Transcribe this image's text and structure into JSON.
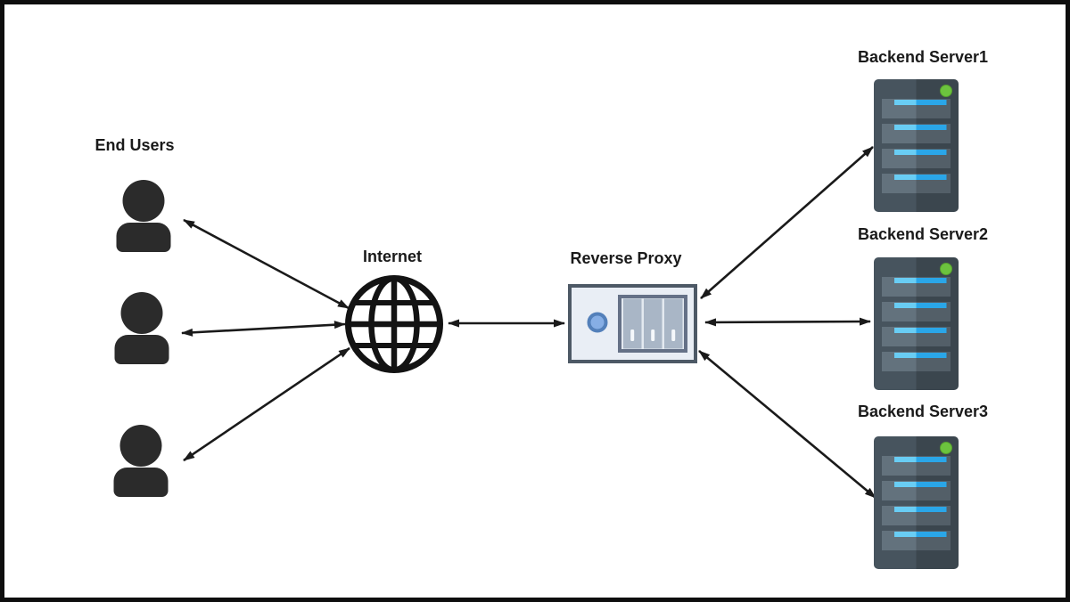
{
  "diagram": {
    "type": "architecture-diagram",
    "topic": "Reverse proxy load balancing"
  },
  "labels": {
    "end_users": "End Users",
    "internet": "Internet",
    "reverse_proxy": "Reverse Proxy"
  },
  "servers": [
    {
      "label": "Backend Server1",
      "status_led": "green"
    },
    {
      "label": "Backend Server2",
      "status_led": "green"
    },
    {
      "label": "Backend Server3",
      "status_led": "green"
    }
  ],
  "users": [
    {
      "name": "end-user-1"
    },
    {
      "name": "end-user-2"
    },
    {
      "name": "end-user-3"
    }
  ],
  "connections": [
    {
      "from": "end-user-1",
      "to": "internet",
      "bidirectional": true
    },
    {
      "from": "end-user-2",
      "to": "internet",
      "bidirectional": true
    },
    {
      "from": "end-user-3",
      "to": "internet",
      "bidirectional": true
    },
    {
      "from": "internet",
      "to": "reverse-proxy",
      "bidirectional": true
    },
    {
      "from": "reverse-proxy",
      "to": "backend-server-1",
      "bidirectional": true
    },
    {
      "from": "reverse-proxy",
      "to": "backend-server-2",
      "bidirectional": true
    },
    {
      "from": "reverse-proxy",
      "to": "backend-server-3",
      "bidirectional": true
    }
  ],
  "colors": {
    "label": "#1a1a1a",
    "arrow": "#1a1a1a",
    "frame": "#0e0e0e",
    "user_icon": "#2b2b2b",
    "globe": "#131313",
    "proxy_fill": "#e9eef5",
    "proxy_border": "#4d5966",
    "proxy_circle": "#86aee5",
    "proxy_circle_ring": "#5380ba",
    "rack_gap": "#e3e9f0",
    "rack_bar": "#a9b6c6",
    "rack_border": "#657187",
    "slot": "#f5f8fb",
    "server_body": "#47545e",
    "server_tray": "#63727d",
    "bar_left": "#69cdf4",
    "bar_right": "#2aa6e8",
    "led": "#6cc33e",
    "led_ring": "#57a12e"
  }
}
